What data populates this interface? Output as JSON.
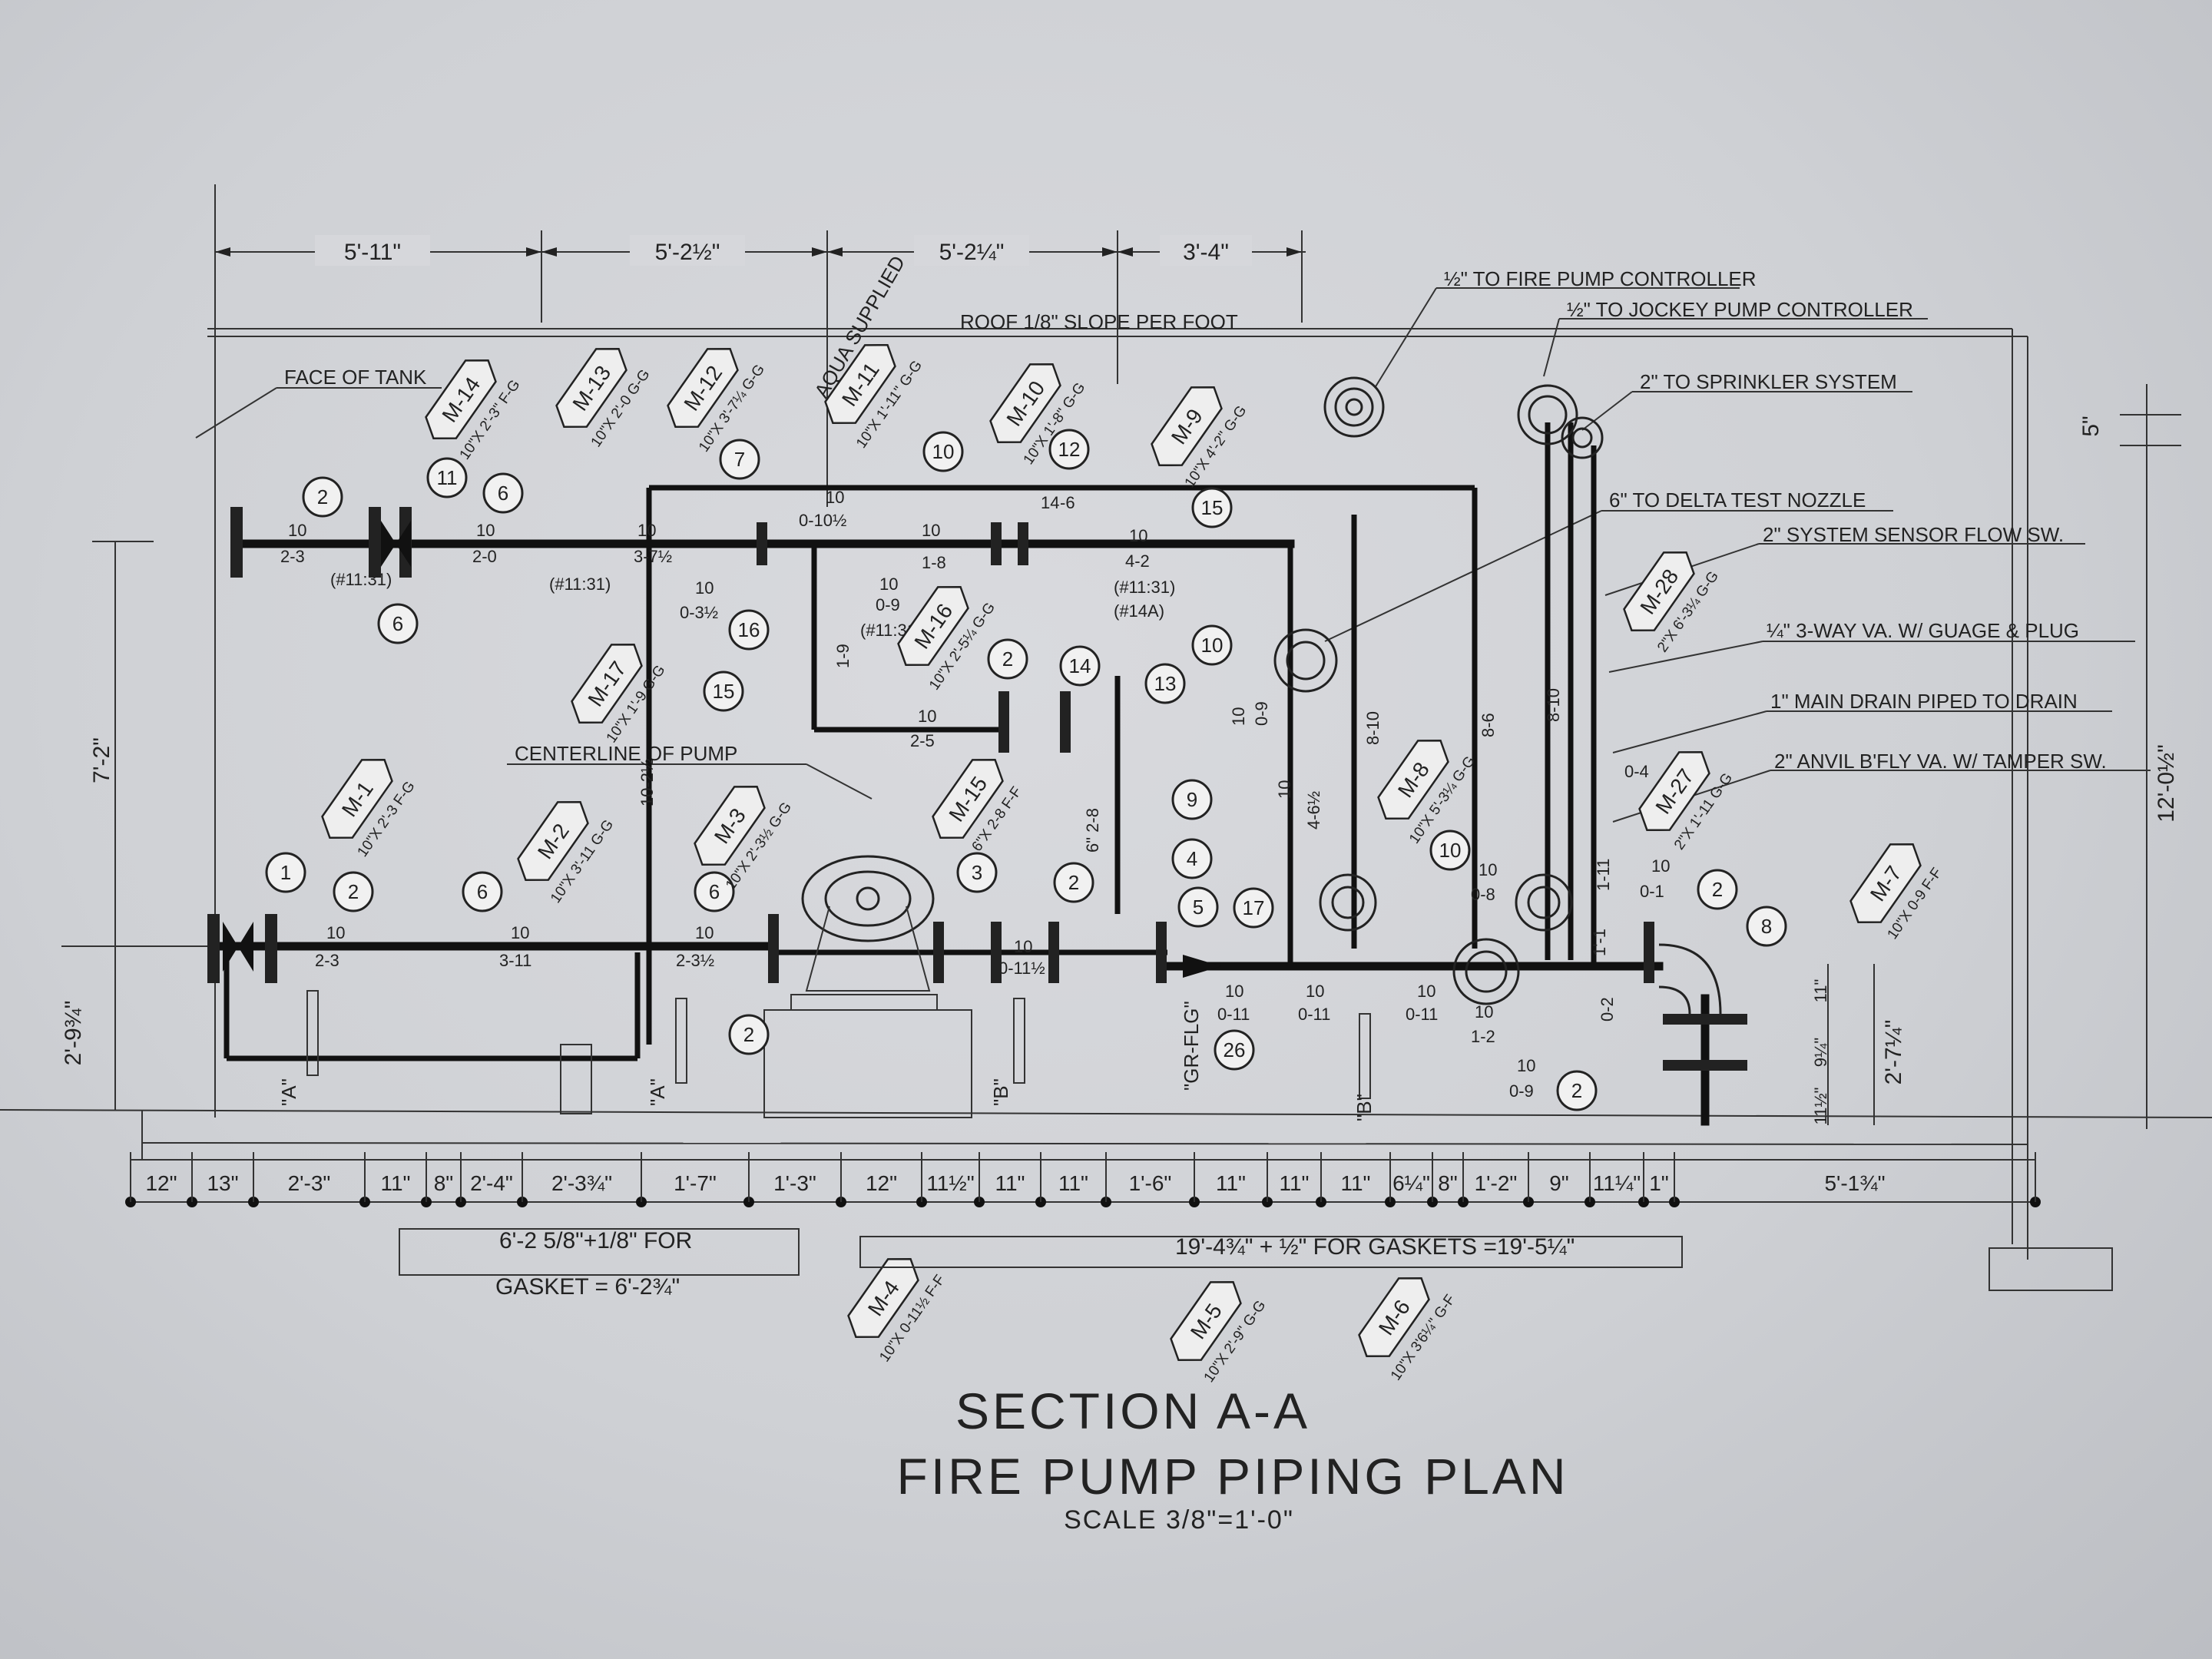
{
  "drawing": {
    "title": "SECTION A-A",
    "subtitle": "FIRE PUMP PIPING PLAN",
    "scale": "SCALE 3/8\"=1'-0\""
  },
  "top_dimensions": [
    "5'-11\"",
    "5'-2½\"",
    "5'-2¼\"",
    "3'-4\""
  ],
  "notes": {
    "roof": "ROOF 1/8\" SLOPE PER FOOT",
    "face_of_tank": "FACE OF TANK",
    "centerline": "CENTERLINE OF PUMP",
    "aqua": "AQUA SUPPLIED",
    "fire_pump_ctrl": "½\" TO FIRE PUMP CONTROLLER",
    "jockey_ctrl": "½\" TO JOCKEY PUMP CONTROLLER",
    "sprinkler": "2\" TO SPRINKLER SYSTEM",
    "delta": "6\" TO DELTA TEST NOZZLE",
    "sensor": "2\" SYSTEM SENSOR FLOW SW.",
    "threeway": "¼\" 3-WAY VA. W/ GUAGE & PLUG",
    "drain": "1\" MAIN DRAIN PIPED TO DRAIN",
    "anvil": "2\" ANVIL B'FLY VA. W/ TAMPER SW."
  },
  "side_dimensions": {
    "left_upper": "7'-2\"",
    "left_lower": "2'-9¾\"",
    "right_big": "12'-0½\"",
    "right_top": "5\"",
    "right_lower": "2'-7¼\""
  },
  "bottom_dimensions": [
    "12\"",
    "13\"",
    "2'-3\"",
    "11\"",
    "8\"",
    "2'-4\"",
    "2'-3¾\"",
    "1'-7\"",
    "1'-3\"",
    "12\"",
    "11½\"",
    "11\"",
    "11\"",
    "1'-6\"",
    "11\"",
    "11\"",
    "11\"",
    "6¼\"",
    "8\"",
    "1'-2\"",
    "9\"",
    "11¼\"",
    "1\"",
    "5'-1¾\""
  ],
  "gasket_notes": {
    "left_1": "6'-2 5/8\"+1/8\" FOR",
    "left_2": "GASKET = 6'-2¾\"",
    "right": "19'-4¾\" + ½\" FOR GASKETS =19'-5¼\""
  },
  "tags": [
    {
      "id": "M-14",
      "sub": "10\"X 2'-3\" F-G"
    },
    {
      "id": "M-13",
      "sub": "10\"X 2'-0 G-G"
    },
    {
      "id": "M-12",
      "sub": "10\"X 3'-7¼ G-G"
    },
    {
      "id": "M-11",
      "sub": "10\"X 1'-11\" G-G"
    },
    {
      "id": "M-10",
      "sub": "10\"X 1'-8\" G-G"
    },
    {
      "id": "M-9",
      "sub": "10\"X 4'-2\" G-G"
    },
    {
      "id": "M-17",
      "sub": "10\"X 1'-9 G-G"
    },
    {
      "id": "M-16",
      "sub": "10\"X 2'-5¼ G-G"
    },
    {
      "id": "M-1",
      "sub": "10\"X 2'-3 F-G"
    },
    {
      "id": "M-2",
      "sub": "10\"X 3'-11 G-G"
    },
    {
      "id": "M-3",
      "sub": "10\"X 2'-3½ G-G"
    },
    {
      "id": "M-15",
      "sub": "6\"X 2-8 F-F"
    },
    {
      "id": "M-8",
      "sub": "10\"X 5'-3¼ G-G"
    },
    {
      "id": "M-28",
      "sub": "2\"X 6'-3¼ G-G"
    },
    {
      "id": "M-27",
      "sub": "2\"X 1'-11 G-G"
    },
    {
      "id": "M-7",
      "sub": "10\"X 0-9 F-F"
    },
    {
      "id": "M-4",
      "sub": "10\"X 0-11½ F-F"
    },
    {
      "id": "M-5",
      "sub": "10\"X 2'-9\" G-G"
    },
    {
      "id": "M-6",
      "sub": "10\"X 3'6¼\" G-F"
    }
  ],
  "bubbles": [
    "2",
    "11",
    "6",
    "6",
    "7",
    "10",
    "12",
    "15",
    "16",
    "15",
    "2",
    "14",
    "13",
    "10",
    "9",
    "1",
    "2",
    "6",
    "6",
    "3",
    "2",
    "4",
    "5",
    "17",
    "2",
    "26",
    "10",
    "2",
    "8",
    "2"
  ],
  "pipe_labels": [
    {
      "size": "10",
      "len": "2-3"
    },
    {
      "size": "10",
      "len": "2-0"
    },
    {
      "size": "10",
      "len": "3-7½"
    },
    {
      "size": "10",
      "len": "0-10½"
    },
    {
      "size": "10",
      "len": "0-9"
    },
    {
      "size": "10",
      "len": "1-8"
    },
    {
      "size": "10",
      "len": "4-2"
    },
    {
      "size": "10",
      "len": "0-3½"
    },
    {
      "size": "10",
      "len": "2-5"
    },
    {
      "size": "10",
      "len": "2-3"
    },
    {
      "size": "10",
      "len": "3-11"
    },
    {
      "size": "10",
      "len": "2-3½"
    },
    {
      "size": "10",
      "len": "0-11½"
    },
    {
      "size": "10",
      "len": "0-11"
    },
    {
      "size": "10",
      "len": "0-11"
    },
    {
      "size": "10",
      "len": "0-11"
    },
    {
      "size": "10",
      "len": "1-2"
    },
    {
      "size": "10",
      "len": "0-9"
    },
    {
      "size": "10",
      "len": "0-8"
    },
    {
      "size": "10",
      "len": "0-1"
    },
    {
      "size": "10",
      "len": "0-9"
    },
    {
      "size": "10",
      "len": "4-6½"
    },
    {
      "size": "14",
      "len": "-6"
    }
  ],
  "misc_labels": {
    "ref_11_31_a": "(#11:31)",
    "ref_11_31_b": "(#11:31)",
    "ref_11_31_c": "(#11:31)",
    "ref_14a": "(#14A)",
    "ref_11_31_d": "(#11:31)",
    "support_a1": "\"A\"",
    "support_a2": "\"A\"",
    "support_b1": "\"B\"",
    "support_b2": "\"B\"",
    "grflg": "\"GR-FLG\"",
    "v_10_2_8": "6\" 2-8",
    "v_10_2_10": "10-2½",
    "v_8_10_a": "8-10",
    "v_8_10_b": "8-10",
    "v_8_6": "8-6",
    "v_1_11": "1-11",
    "v_0_4": "0-4",
    "v_0_2": "0-2",
    "v_1_9": "1-9",
    "v_9_11_a": "9¼\"",
    "v_9_11_b": "11\"",
    "v_11_half": "11½\"",
    "v_11_2": "1'-1"
  }
}
